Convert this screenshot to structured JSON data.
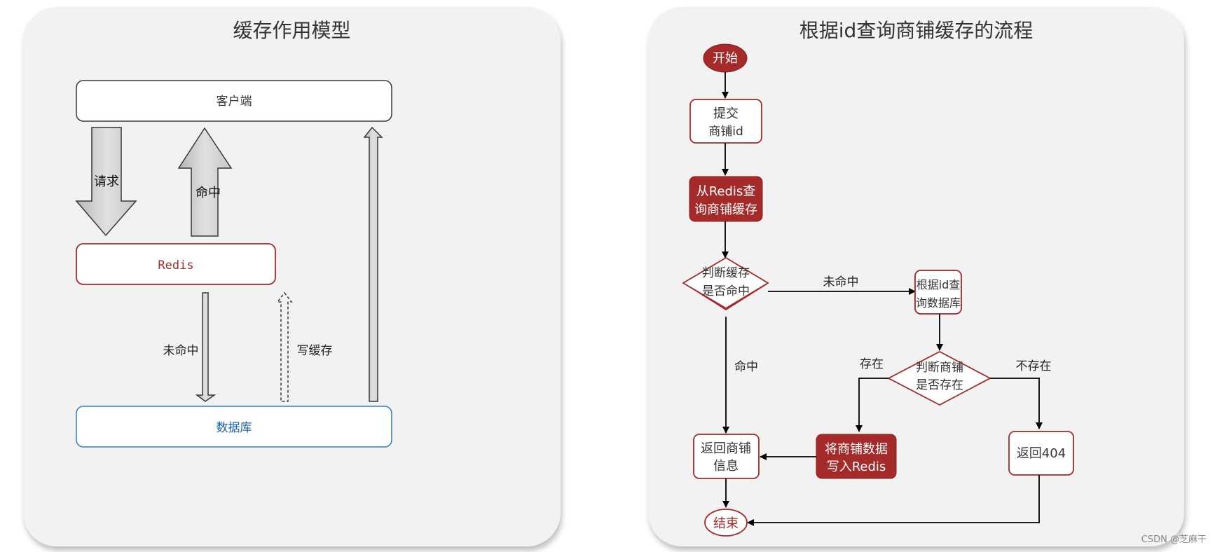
{
  "left_panel": {
    "title": "缓存作用模型",
    "nodes": {
      "client": "客户端",
      "redis": "Redis",
      "database": "数据库"
    },
    "arrows": {
      "request": "请求",
      "hit": "命中",
      "miss": "未命中",
      "write_cache": "写缓存"
    }
  },
  "right_panel": {
    "title": "根据id查询商铺缓存的流程",
    "nodes": {
      "start": "开始",
      "submit_1": "提交",
      "submit_2": "商铺id",
      "query_redis_1": "从Redis查",
      "query_redis_2": "询商铺缓存",
      "judge_hit_1": "判断缓存",
      "judge_hit_2": "是否命中",
      "query_db_1": "根据id查",
      "query_db_2": "询数据库",
      "judge_exist_1": "判断商铺",
      "judge_exist_2": "是否存在",
      "write_redis_1": "将商铺数据",
      "write_redis_2": "写入Redis",
      "return_info_1": "返回商铺",
      "return_info_2": "信息",
      "return_404": "返回404",
      "end": "结束"
    },
    "edge_labels": {
      "miss": "未命中",
      "hit": "命中",
      "exists": "存在",
      "not_exists": "不存在"
    }
  },
  "colors": {
    "panel_bg": "#f2f2f2",
    "accent_red": "#a52a2a",
    "db_blue": "#2f7fd1",
    "text_dark": "#333333"
  },
  "watermark": "CSDN @芝麻干"
}
